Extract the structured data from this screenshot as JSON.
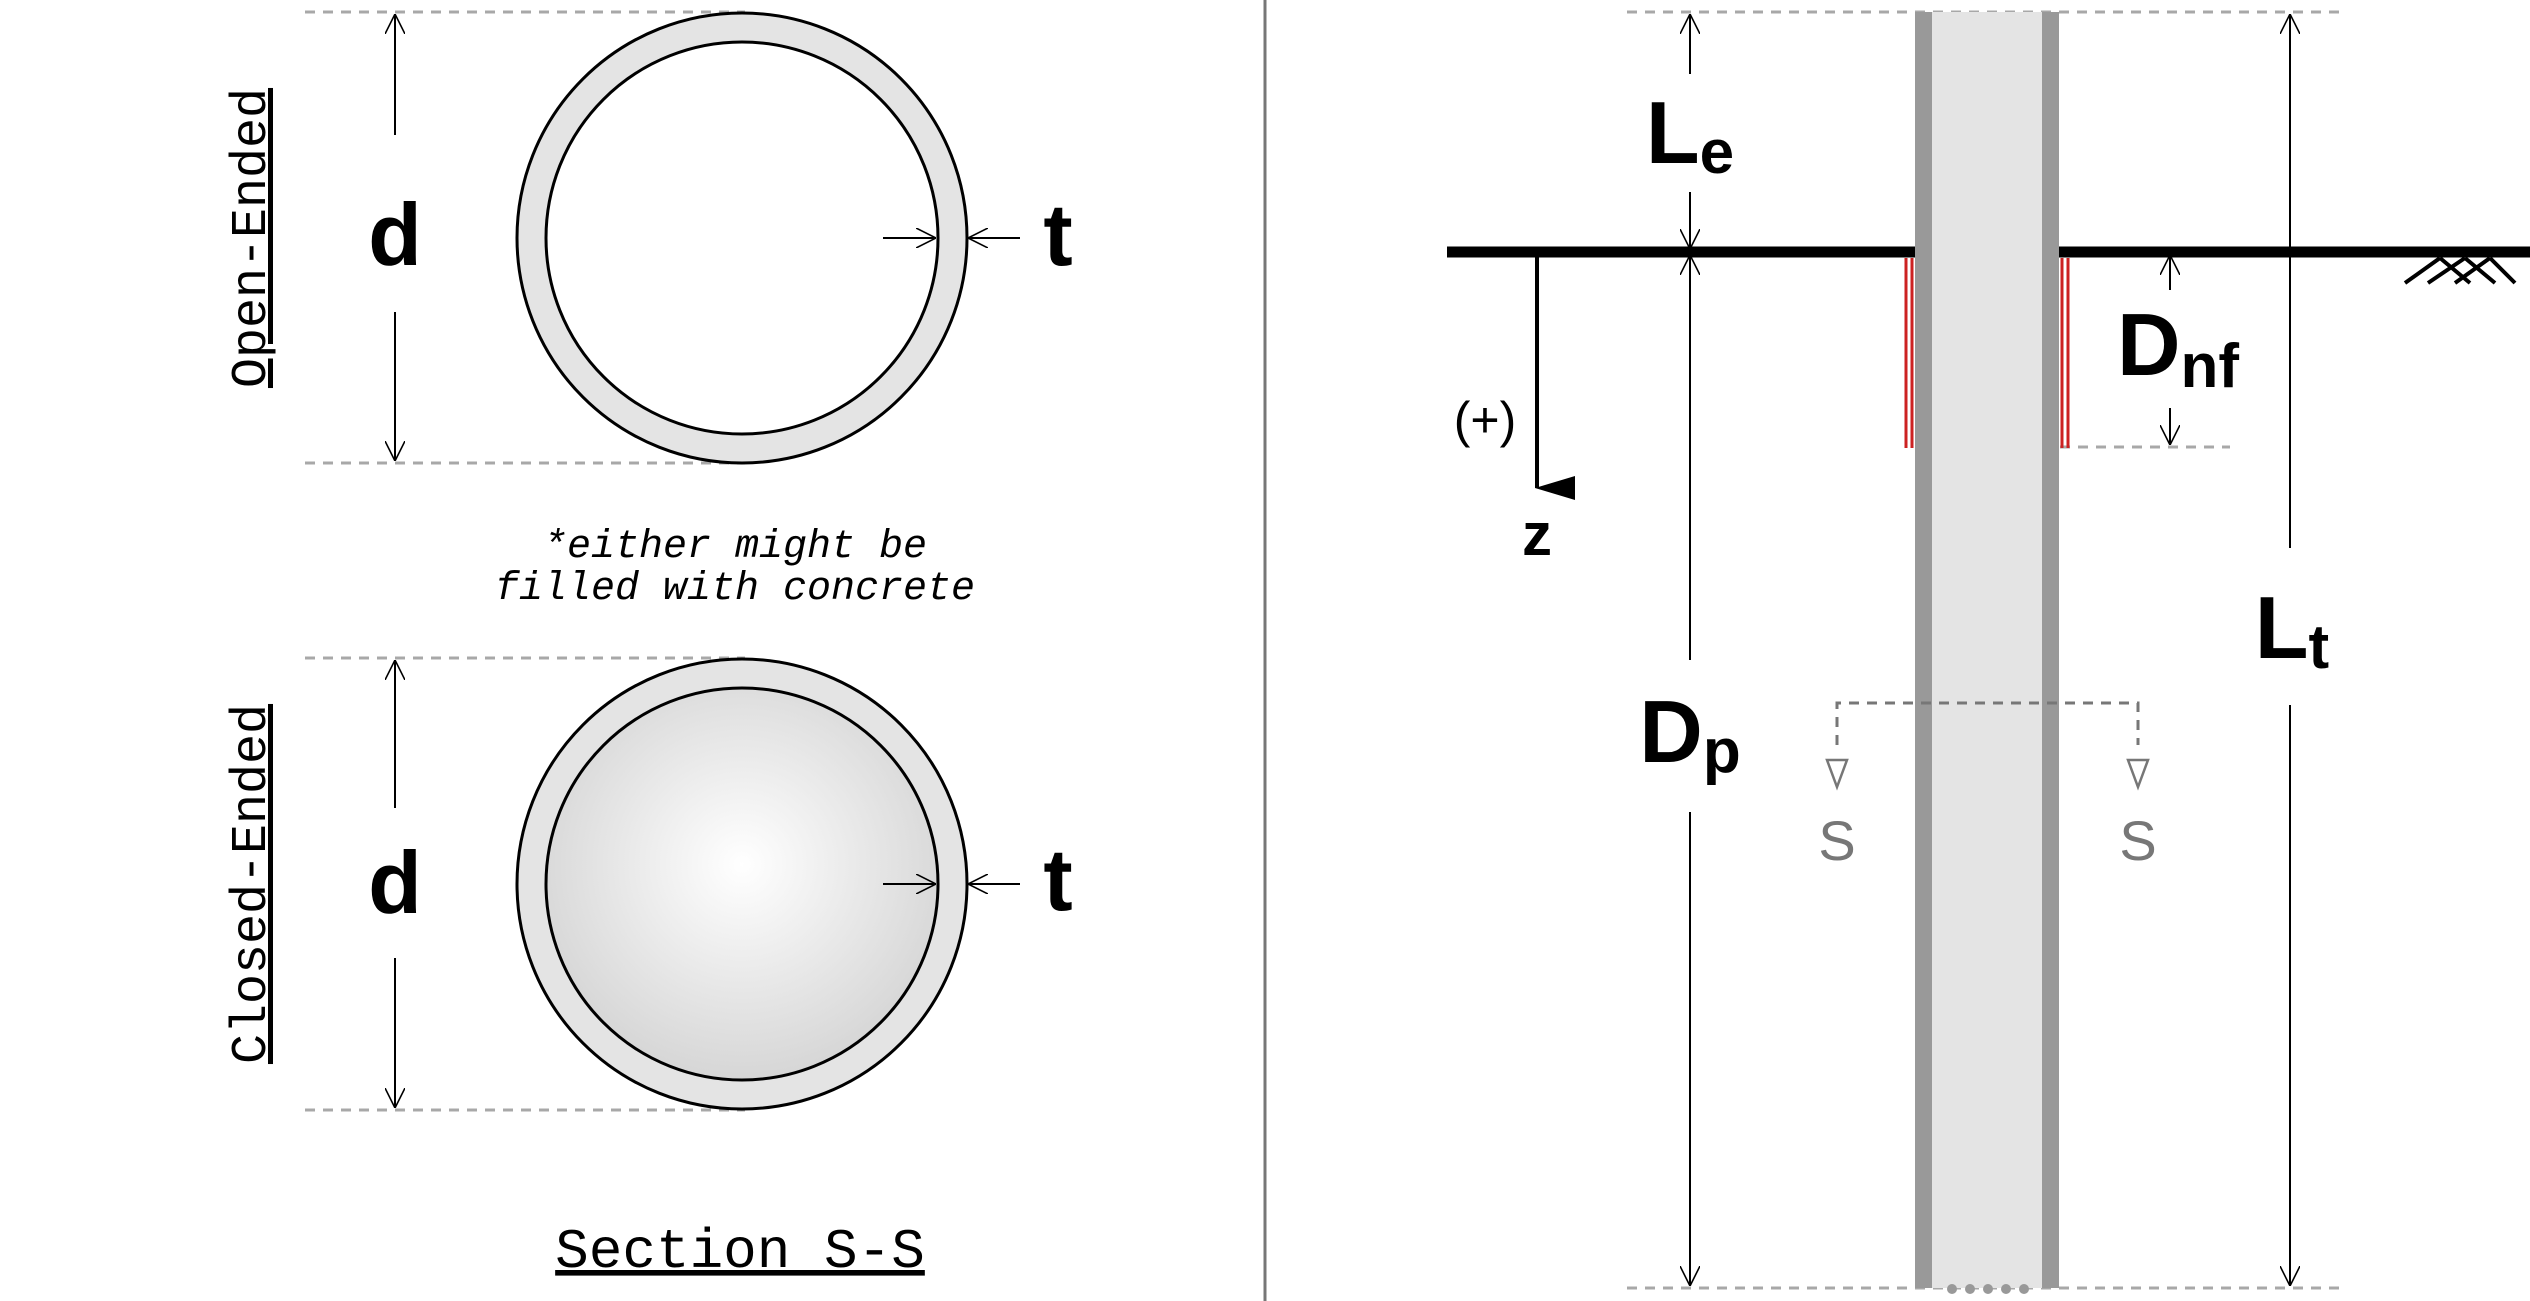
{
  "left_panel": {
    "open_ended": {
      "side_label": "Open-Ended",
      "diameter_symbol": "d",
      "thickness_symbol": "t"
    },
    "note_line1": "*either might be",
    "note_line2": "filled with concrete",
    "closed_ended": {
      "side_label": "Closed-Ended",
      "diameter_symbol": "d",
      "thickness_symbol": "t"
    },
    "section_title": "Section S-S"
  },
  "right_panel": {
    "le_main": "L",
    "le_sub": "e",
    "dnf_main": "D",
    "dnf_sub": "nf",
    "dp_main": "D",
    "dp_sub": "p",
    "lt_main": "L",
    "lt_sub": "t",
    "z_sign": "(+)",
    "z_label": "z",
    "section_marker_left": "S",
    "section_marker_right": "S"
  },
  "colors": {
    "line": "#000000",
    "pile_wall": "#999999",
    "pile_fill": "#e4e4e4",
    "ring_fill": "#e4e4e4",
    "dashed": "#a8a8a8",
    "neg_friction": "#cc2222",
    "section_marker": "#777777"
  }
}
